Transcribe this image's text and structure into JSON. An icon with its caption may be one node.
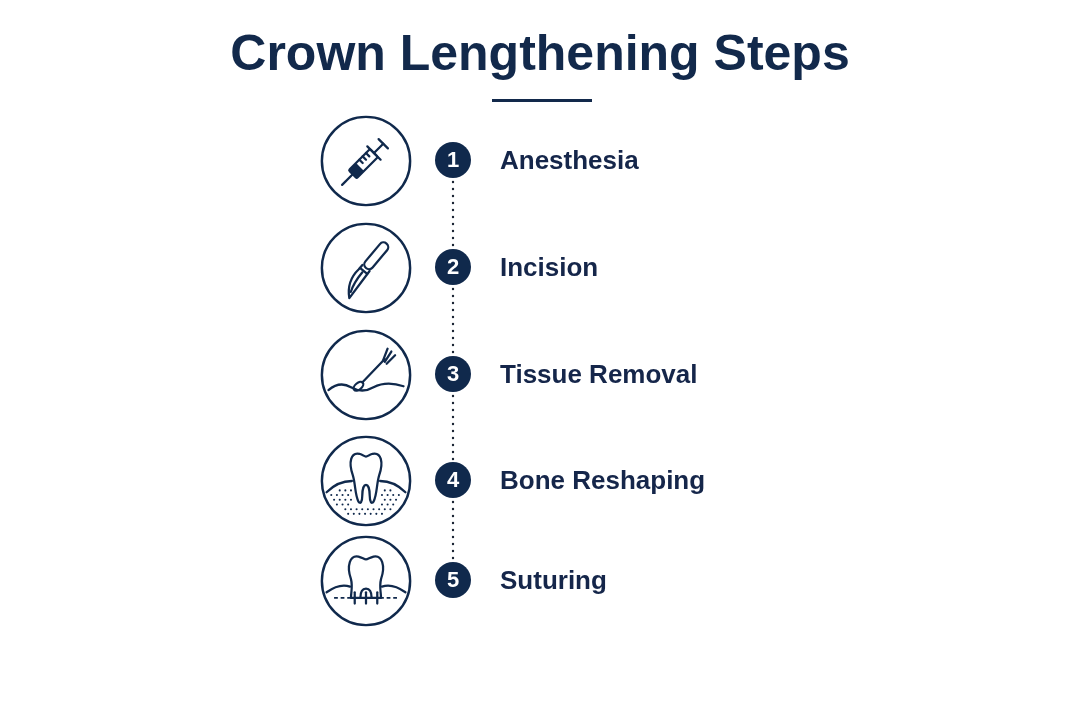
{
  "diagram": {
    "title": "Crown Lengthening Steps",
    "nodes": [
      {
        "text": [
          "1"
        ],
        "beside": [
          "Anesthesia"
        ]
      },
      {
        "text": [
          "2"
        ],
        "beside": [
          "Incision"
        ]
      },
      {
        "text": [
          "3"
        ],
        "beside": [
          "Tissue Removal"
        ]
      },
      {
        "text": [
          "4"
        ],
        "beside": [
          "Bone Reshaping"
        ]
      },
      {
        "text": [
          "5"
        ],
        "beside": [
          "Suturing"
        ]
      }
    ],
    "edges": [
      {
        "from": 0,
        "to": 1,
        "arrow": "none",
        "style": "dashed"
      },
      {
        "from": 1,
        "to": 2,
        "arrow": "none",
        "style": "dashed"
      },
      {
        "from": 2,
        "to": 3,
        "arrow": "none",
        "style": "dashed"
      },
      {
        "from": 3,
        "to": 4,
        "arrow": "none",
        "style": "dashed"
      }
    ]
  }
}
